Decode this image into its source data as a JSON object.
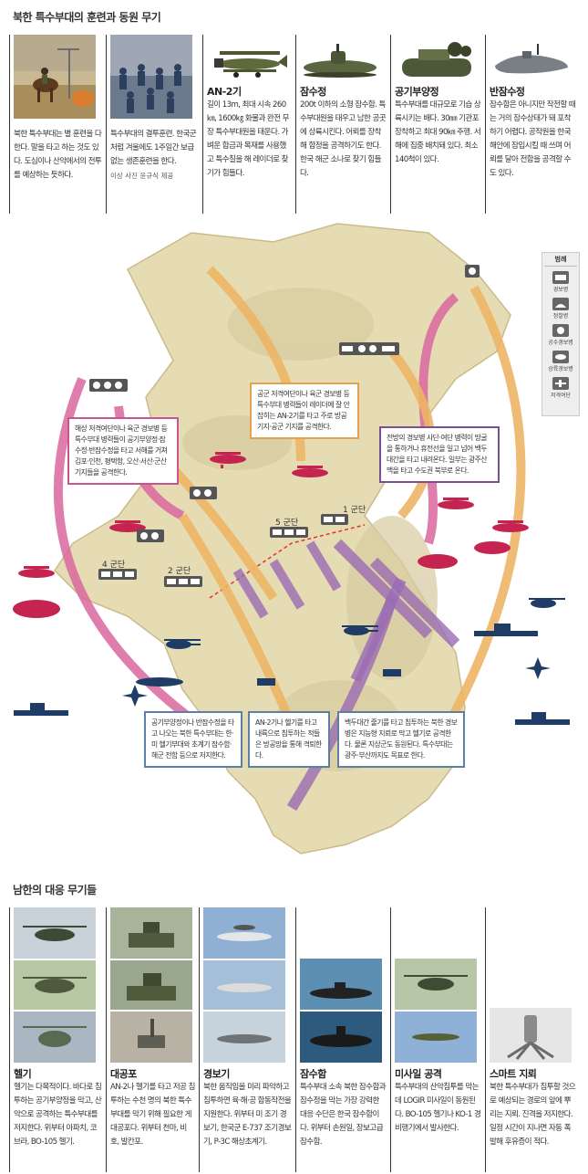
{
  "top_section": {
    "title": "북한 특수부대의 훈련과 동원 무기",
    "columns": [
      {
        "title": "",
        "text": "북한 특수부대는 별 훈련을 다한다. 말을 타고 하는 것도 있다. 도심이나 산악에서의 전투를 예상하는 듯하다.",
        "credit": ""
      },
      {
        "title": "",
        "text": "특수부대의 결투훈련. 한국군처럼 겨울에도 1주일간 보급없는 생존훈련을 한다.",
        "credit": "이상 사진 윤규식 제공"
      },
      {
        "title": "AN-2기",
        "text": "길이 13m, 최대 시속 260㎞, 1600㎏ 화물과 완전 무장 특수부대원을 태운다. 가벼운 합금과 목재를 사용했고 특수칠을 해 레이더로 찾기가 힘들다.",
        "credit": ""
      },
      {
        "title": "잠수정",
        "text": "200t 이하의 소형 잠수함. 특수부대원을 태우고 남한 공곳에 상륙시킨다. 어뢰를 장착해 함정을 공격하기도 한다. 한국 해군 소나로 찾기 힘들다.",
        "credit": ""
      },
      {
        "title": "공기부양정",
        "text": "특수부대를 대규모로 기습 상륙시키는 배다. 30㎜ 기관포 장착하고 최대 90㎞ 주행. 서해에 집중 배치돼 있다. 최소 140척이 있다.",
        "credit": ""
      },
      {
        "title": "반잠수정",
        "text": "잠수함은 아니지만 작전할 때는 거의 잠수상태가 돼 포착하기 어렵다. 공작원을 한국 해안에 잠입시킬 때 쓰며 어뢰를 달아 전함을 공격할 수도 있다.",
        "credit": ""
      }
    ]
  },
  "map": {
    "callouts": [
      {
        "id": "west-sea",
        "text": "해상 저격여단이나 육군 경보병 등 특수부대 병력들이 공기부양정·잠수정·반잠수정을 타고 서해를 거쳐 김포·인천, 평택항, 오산·서산·군산기지들을 공격한다."
      },
      {
        "id": "air-infiltration",
        "text": "공군 저격여단이나 육군 경보병 등 특수부대 병력들이 레이더에 잘 안 잡히는 AN-2기를 타고 주로 방공 기지·공군 기지를 공격한다."
      },
      {
        "id": "front-line",
        "text": "전방의 경보병 사단·여단 병력이 땅굴을 통하거나 휴전선을 일고 넘어 백두대간을 타고 내려온다. 일부는 광주산맥을 타고 수도권 북부로 온다."
      },
      {
        "id": "defense-sea",
        "text": "공기부양정이나 반잠수정을 타고 나오는 북한 특수부대는 한·미 헬기부대와 초계기 잠수함·해군 전함 등으로 저지한다."
      },
      {
        "id": "defense-air",
        "text": "AN-2기나 헬기를 타고 내륙으로 침투하는 적들은 방공망을 통해 격퇴한다."
      },
      {
        "id": "defense-ground",
        "text": "백두대간 줄기를 타고 침투하는 북한 경보병은 지능형 지뢰로 막고 헬기로 공격한다. 물론 지상군도 동원된다. 특수부대는 광주·부산까지도 목표로 한다."
      }
    ],
    "units": [
      "5 군단",
      "1 군단",
      "4 군단",
      "2 군단"
    ],
    "legend": {
      "title": "범례",
      "items": [
        "경보병",
        "정찰병",
        "공수경보병",
        "상륙경보병",
        "저격여단"
      ]
    }
  },
  "bottom_section": {
    "title": "남한의 대응 무기들",
    "columns": [
      {
        "title": "헬기",
        "text": "헬기는 다목적이다. 바다로 침투하는 공기부양정을 막고, 산악으로 공격하는 특수부대를 저지한다. 위부터 아파치, 코브라, BO-105 헬기."
      },
      {
        "title": "대공포",
        "text": "AN-2나 헬기를 타고 저공 침투하는 수천 명의 북한 특수부대를 막기 위해 필요한 게 대공포다. 위부터 천마, 비호, 발칸포."
      },
      {
        "title": "경보기",
        "text": "북한 움직임을 미리 파악하고 침투하면 육·해·공 합동작전을 지원한다. 위부터 미 조기 경보기, 한국군 E-737 조기경보기, P-3C 해상초계기."
      },
      {
        "title": "잠수함",
        "text": "특수부대 소속 북한 잠수함과 잠수정을 막는 가장 강력한 대응 수단은 한국 잠수함이다. 위부터 손원일, 장보고급 잠수함."
      },
      {
        "title": "미사일 공격",
        "text": "특수부대의 산악침투를 막는데 LOGIR 미사일이 동원된다. BO-105 헬기나 KO-1 경비행기에서 발사한다."
      },
      {
        "title": "스마트 지뢰",
        "text": "북한 특수부대가 침투할 것으로 예상되는 경로의 앞에 뿌리는 지뢰. 진격을 저지한다. 일정 시간이 지나면 자동 폭발해 후유증이 적다."
      }
    ]
  },
  "colors": {
    "pink": "#d9679f",
    "orange": "#ecb565",
    "purple": "#9a6cb3",
    "enemy_red": "#c4244f",
    "friendly_navy": "#1f3c66",
    "land": "#e6dcb3"
  }
}
